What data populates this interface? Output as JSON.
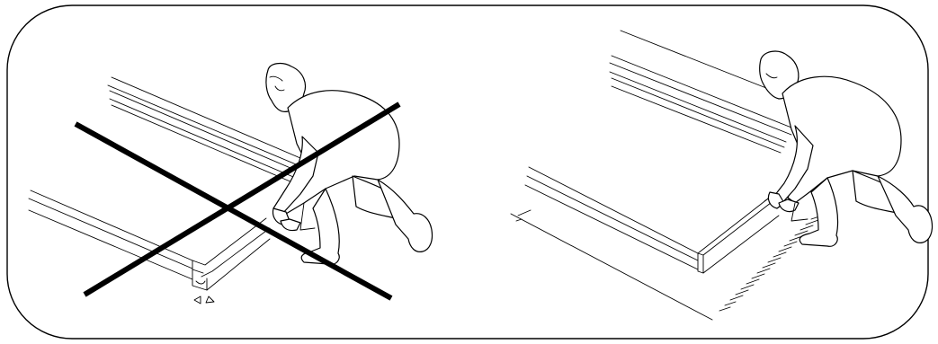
{
  "illustration": {
    "panels": [
      {
        "id": "incorrect",
        "status": "crossed-out"
      },
      {
        "id": "correct",
        "status": "allowed"
      }
    ],
    "colors": {
      "line": "#000000",
      "background": "#ffffff"
    }
  }
}
